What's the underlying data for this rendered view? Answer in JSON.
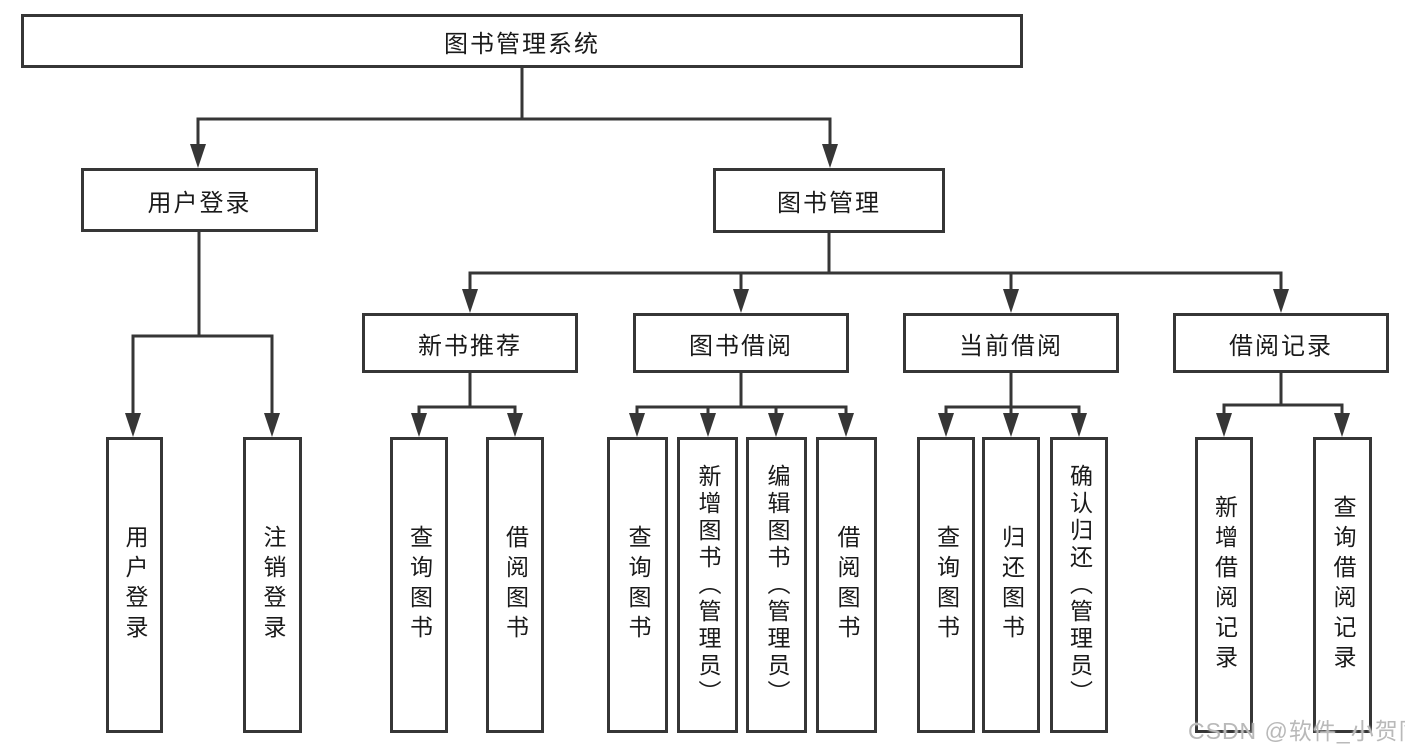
{
  "root": {
    "label": "图书管理系统"
  },
  "level2": {
    "user_login": {
      "label": "用户登录"
    },
    "book_mgmt": {
      "label": "图书管理"
    }
  },
  "level3": {
    "new_book_rec": {
      "label": "新书推荐"
    },
    "book_borrow": {
      "label": "图书借阅"
    },
    "current_borrow": {
      "label": "当前借阅"
    },
    "borrow_records": {
      "label": "借阅记录"
    }
  },
  "leaves": {
    "user_login": {
      "label": "用户登录"
    },
    "logout": {
      "label": "注销登录"
    },
    "nb_query_book": {
      "label": "查询图书"
    },
    "nb_borrow_book": {
      "label": "借阅图书"
    },
    "bb_query_book": {
      "label": "查询图书"
    },
    "bb_add_book": {
      "label": "新增图书（管理员）"
    },
    "bb_edit_book": {
      "label": "编辑图书（管理员）"
    },
    "bb_borrow_book": {
      "label": "借阅图书"
    },
    "cb_query_book": {
      "label": "查询图书"
    },
    "cb_return_book": {
      "label": "归还图书"
    },
    "cb_confirm_return": {
      "label": "确认归还（管理员）"
    },
    "br_add_record": {
      "label": "新增借阅记录"
    },
    "br_query_record": {
      "label": "查询借阅记录"
    }
  },
  "watermark": {
    "text": "CSDN @软件_小贺同学"
  },
  "colors": {
    "line": "#363636",
    "text": "#1a1a1a",
    "watermark": "#b9b9b9",
    "background": "#ffffff"
  }
}
